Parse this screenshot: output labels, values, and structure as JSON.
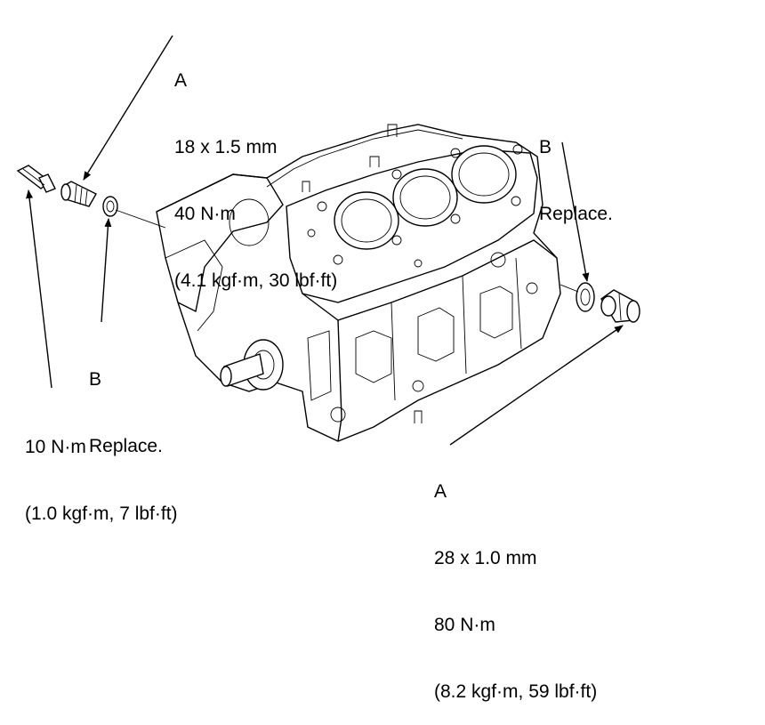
{
  "callouts": {
    "a_top": {
      "letter": "A",
      "size": "18 x 1.5 mm",
      "torque": "40 N·m",
      "torque_alt": "(4.1 kgf·m, 30 lbf·ft)"
    },
    "b_left": {
      "letter": "B",
      "note": "Replace."
    },
    "torque_left": {
      "torque": "10 N·m",
      "torque_alt": "(1.0 kgf·m, 7 lbf·ft)"
    },
    "b_right": {
      "letter": "B",
      "note": "Replace."
    },
    "a_right": {
      "letter": "A",
      "size": "28 x 1.0 mm",
      "torque": "80 N·m",
      "torque_alt": "(8.2 kgf·m, 59 lbf·ft)"
    }
  }
}
